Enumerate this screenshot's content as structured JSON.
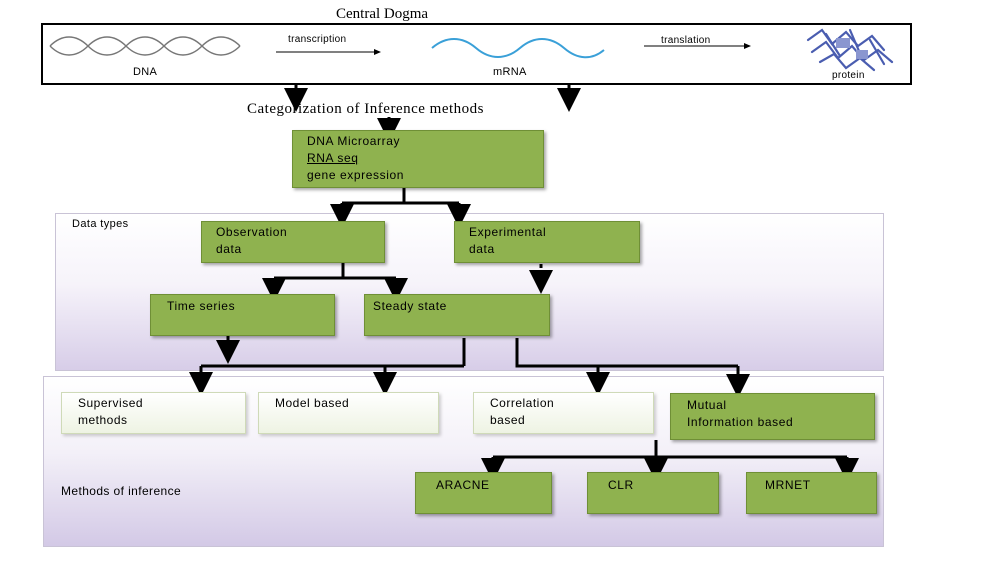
{
  "title": "Central Dogma",
  "dogma": {
    "dna_label": "DNA",
    "transcription_label": "transcription",
    "mrna_label": "mRNA",
    "translation_label": "translation",
    "protein_label": "protein"
  },
  "categorization_title": "Categorization of Inference methods",
  "source_box": {
    "line1": "DNA Microarray",
    "line2": "RNA seq",
    "line3": "gene expression"
  },
  "data_types_panel": {
    "label": "Data types",
    "observation": {
      "line1": "Observation",
      "line2": "data"
    },
    "experimental": {
      "line1": "Experimental",
      "line2": "data"
    },
    "time_series": "Time series",
    "steady_state": "Steady state"
  },
  "methods_panel": {
    "label": "Methods of inference",
    "supervised": {
      "line1": "Supervised",
      "line2": "methods"
    },
    "model_based": "Model based",
    "correlation": {
      "line1": "Correlation",
      "line2": "based"
    },
    "mutual_info": {
      "line1": "Mutual",
      "line2": "Information based"
    },
    "aracne": "ARACNE",
    "clr": "CLR",
    "mrnet": "MRNET"
  },
  "colors": {
    "green_box": "#8fb24f",
    "light_box": "#eef3e3",
    "panel_tint": "#d7cde8",
    "dna_strand": "#777777",
    "mrna_strand": "#3aa0d8",
    "protein": "#4a5db0"
  },
  "icons": [
    "dna-helix-icon",
    "mrna-wave-icon",
    "protein-structure-icon"
  ]
}
